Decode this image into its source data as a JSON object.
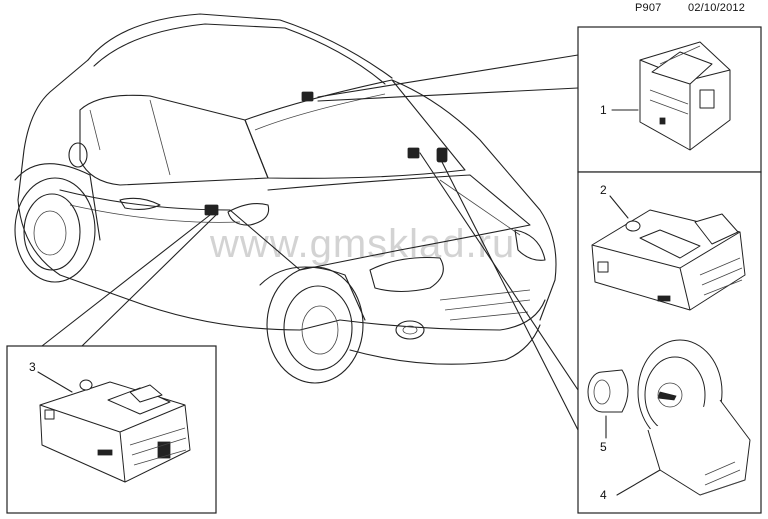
{
  "header": {
    "page_code": "P907",
    "date": "02/10/2012"
  },
  "watermark": "www.gmsklad.ru",
  "callouts": {
    "c1": "1",
    "c2": "2",
    "c3": "3",
    "c4": "4",
    "c5": "5"
  }
}
